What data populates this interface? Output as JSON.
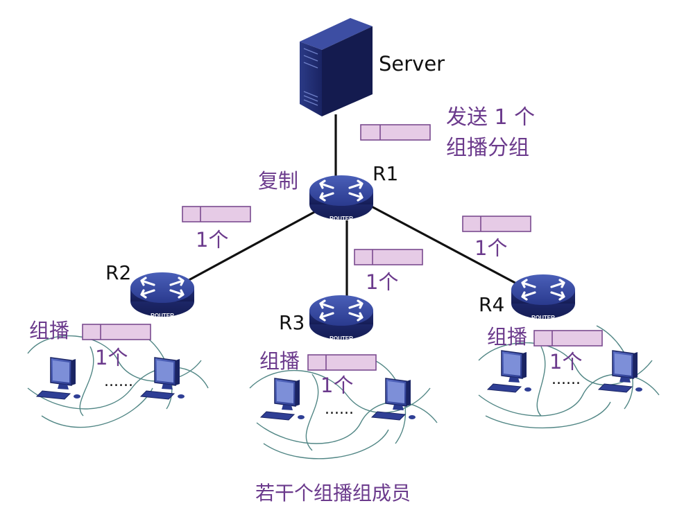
{
  "server": {
    "label": "Server"
  },
  "routers": {
    "r1": {
      "name": "R1",
      "badge": "ROUTER"
    },
    "r2": {
      "name": "R2",
      "badge": "ROUTER"
    },
    "r3": {
      "name": "R3",
      "badge": "ROUTER"
    },
    "r4": {
      "name": "R4",
      "badge": "ROUTER"
    }
  },
  "annotations": {
    "send_line1": "发送 1 个",
    "send_line2": "组播分组",
    "copy": "复制",
    "one": "1个",
    "multicast": "组播",
    "dots": "......",
    "footer": "若干个组播组成员"
  },
  "colors": {
    "annotation_text": "#6b3a8c",
    "packet_fill": "#e6cbe6",
    "packet_border": "#7a4a8f",
    "router_body": "#2c3a8c",
    "server_body": "#1f2a6b",
    "link": "#111111"
  }
}
